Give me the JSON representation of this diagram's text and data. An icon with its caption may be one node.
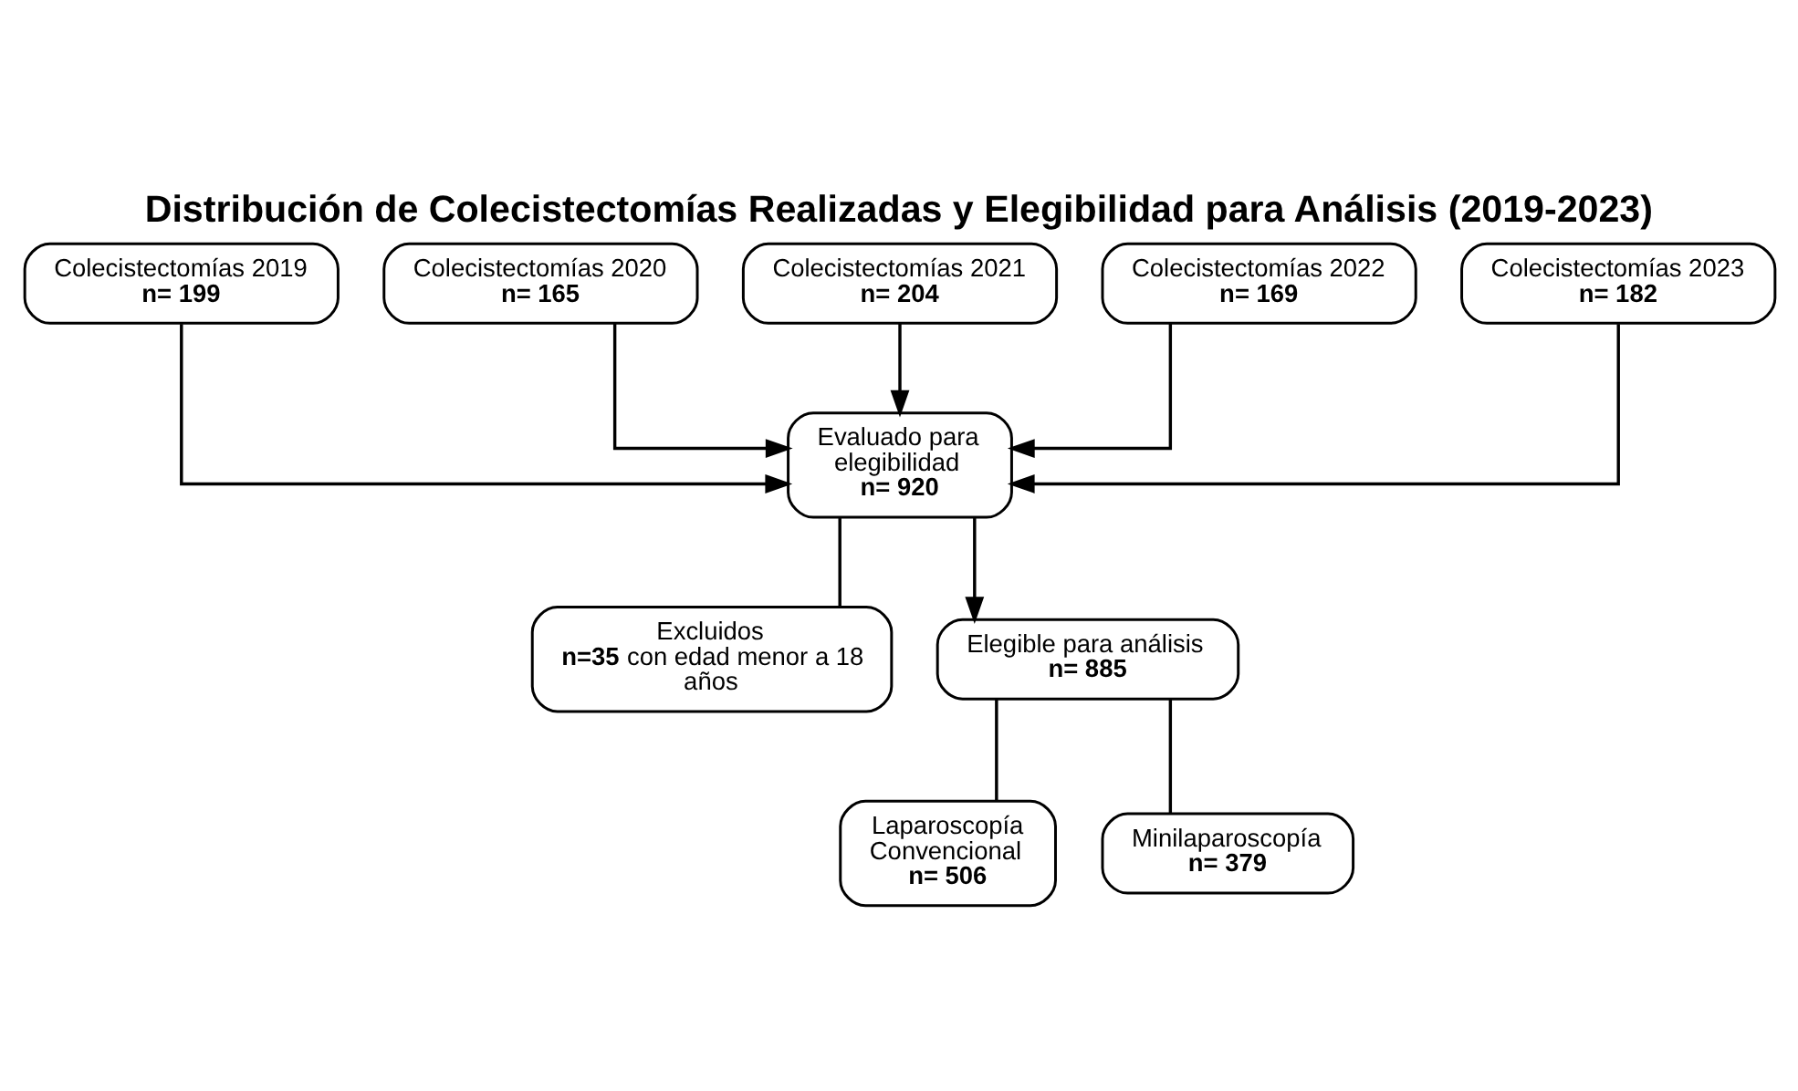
{
  "diagram": {
    "title": "Distribución de Colecistectomías Realizadas y Elegibilidad para Análisis (2019-2023)",
    "nodes": [
      {
        "text": [
          "Colecistectomías 2019",
          "**n= 199**"
        ]
      },
      {
        "text": [
          "Colecistectomías 2020",
          "**n= 165**"
        ]
      },
      {
        "text": [
          "Colecistectomías 2021",
          "**n= 204**"
        ]
      },
      {
        "text": [
          "Colecistectomías 2022",
          "**n= 169**"
        ]
      },
      {
        "text": [
          "Colecistectomías 2023",
          "**n= 182**"
        ]
      },
      {
        "text": [
          "Evaluado para elegibilidad",
          "**n= 920**"
        ]
      },
      {
        "text": [
          "Excluidos",
          "**n=35** con edad menor a 18 años"
        ]
      },
      {
        "text": [
          "Elegible para análisis",
          "**n= 885**"
        ]
      },
      {
        "text": [
          "Laparoscopía Convencional",
          "**n= 506**"
        ]
      },
      {
        "text": [
          "Minilaparoscopía",
          "**n= 379**"
        ]
      }
    ],
    "edges": [
      {
        "from": 0,
        "to": 5,
        "arrow": "to"
      },
      {
        "from": 1,
        "to": 5,
        "arrow": "to"
      },
      {
        "from": 2,
        "to": 5,
        "arrow": "to"
      },
      {
        "from": 3,
        "to": 5,
        "arrow": "to"
      },
      {
        "from": 4,
        "to": 5,
        "arrow": "to"
      },
      {
        "from": 5,
        "to": 7,
        "arrow": "to"
      },
      {
        "from": 5,
        "to": 6,
        "arrow": "none"
      },
      {
        "from": 7,
        "to": 8,
        "arrow": "none"
      },
      {
        "from": 7,
        "to": 9,
        "arrow": "none"
      }
    ]
  }
}
